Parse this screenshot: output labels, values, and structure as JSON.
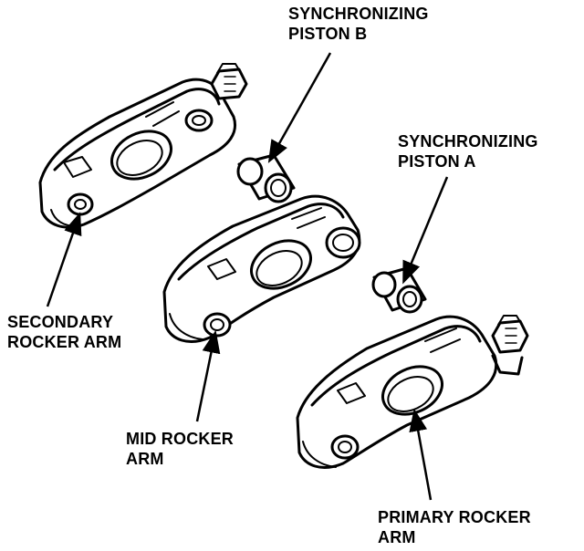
{
  "labels": {
    "piston_b": {
      "line1": "SYNCHRONIZING",
      "line2": "PISTON B"
    },
    "piston_a": {
      "line1": "SYNCHRONIZING",
      "line2": "PISTON A"
    },
    "secondary": {
      "line1": "SECONDARY",
      "line2": "ROCKER ARM"
    },
    "mid": {
      "line1": "MID ROCKER",
      "line2": "ARM"
    },
    "primary": {
      "line1": "PRIMARY ROCKER",
      "line2": "ARM"
    }
  }
}
